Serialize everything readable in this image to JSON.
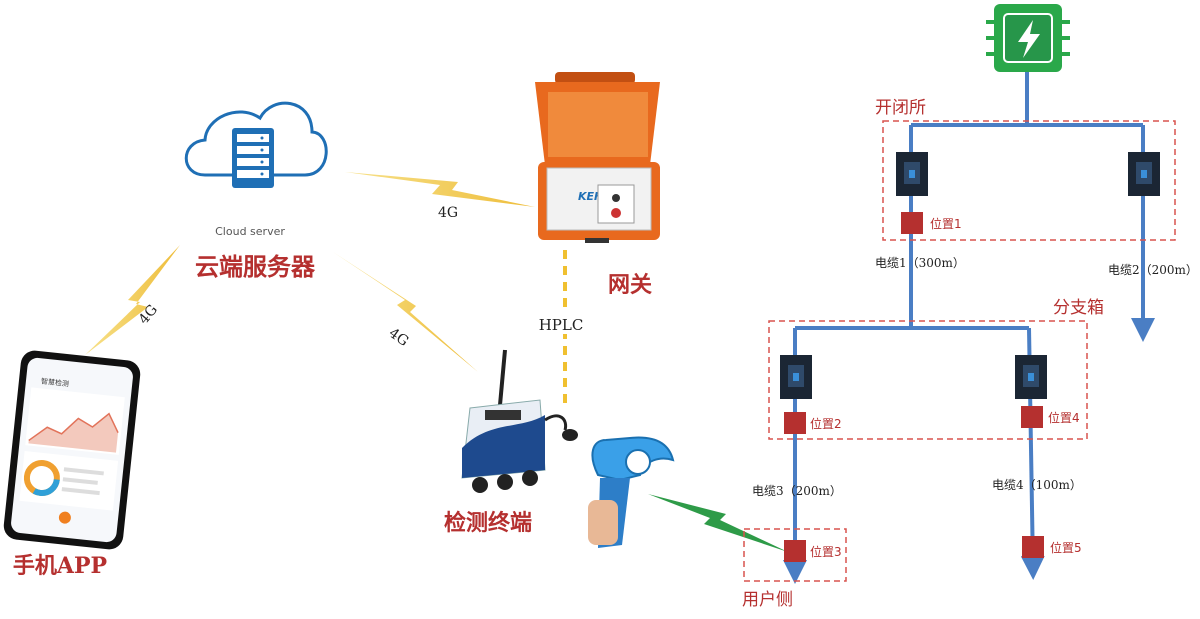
{
  "labels": {
    "cloud_caption": "Cloud server",
    "cloud_title": "云端服务器",
    "gateway": "网关",
    "terminal": "检测终端",
    "phone": "手机APP",
    "hplc": "HPLC",
    "link_cloud_gateway": "4G",
    "link_cloud_phone": "4G",
    "link_cloud_terminal": "4G"
  },
  "gateway_device": {
    "brand": "KEHUI"
  },
  "phone_screen": {
    "header": "智慧检测"
  },
  "network": {
    "switch_station": "开闭所",
    "branch_box": "分支箱",
    "user_side": "用户侧",
    "cables": {
      "cable1": "电缆1（300m）",
      "cable2": "电缆2（200m）",
      "cable3": "电缆3（200m）",
      "cable4": "电缆4（100m）"
    },
    "positions": {
      "p1": "位置1",
      "p2": "位置2",
      "p3": "位置3",
      "p4": "位置4",
      "p5": "位置5"
    }
  },
  "colors": {
    "accent_red": "#b5302f",
    "line_blue": "#4a7ec4",
    "bolt_yellow": "#f0c850",
    "bolt_green": "#2e9b48",
    "device_orange": "#e8691e",
    "chip_green": "#2aa84a",
    "cloud_blue": "#1f6fb5"
  }
}
